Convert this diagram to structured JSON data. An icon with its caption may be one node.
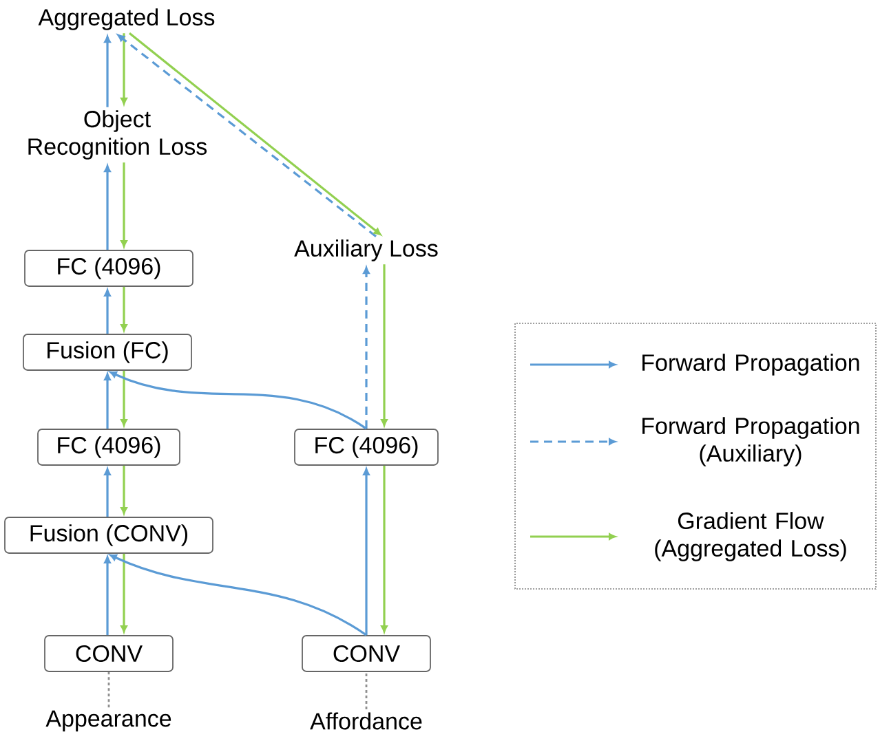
{
  "diagram": {
    "nodes": [
      {
        "text": [
          "Aggregated Loss"
        ]
      },
      {
        "text": [
          "Object Recognition Loss"
        ]
      },
      {
        "text": [
          "FC (4096)"
        ]
      },
      {
        "text": [
          "Fusion (FC)"
        ]
      },
      {
        "text": [
          "FC (4096)"
        ]
      },
      {
        "text": [
          "Fusion (CONV)"
        ]
      },
      {
        "text": [
          "CONV"
        ]
      },
      {
        "text": [
          "Appearance"
        ]
      },
      {
        "text": [
          "Auxiliary Loss"
        ]
      },
      {
        "text": [
          "FC (4096)"
        ]
      },
      {
        "text": [
          "CONV"
        ]
      },
      {
        "text": [
          "Affordance"
        ]
      }
    ],
    "edges": [
      {
        "from": 6,
        "to": 5,
        "arrow": "to"
      },
      {
        "from": 5,
        "to": 4,
        "arrow": "to"
      },
      {
        "from": 4,
        "to": 3,
        "arrow": "to"
      },
      {
        "from": 3,
        "to": 2,
        "arrow": "to"
      },
      {
        "from": 2,
        "to": 1,
        "arrow": "to"
      },
      {
        "from": 1,
        "to": 0,
        "arrow": "to"
      },
      {
        "from": 0,
        "to": 1,
        "arrow": "to",
        "color": "#92d050"
      },
      {
        "from": 1,
        "to": 2,
        "arrow": "to",
        "color": "#92d050"
      },
      {
        "from": 2,
        "to": 3,
        "arrow": "to",
        "color": "#92d050"
      },
      {
        "from": 3,
        "to": 4,
        "arrow": "to",
        "color": "#92d050"
      },
      {
        "from": 4,
        "to": 5,
        "arrow": "to",
        "color": "#92d050"
      },
      {
        "from": 5,
        "to": 6,
        "arrow": "to",
        "color": "#92d050"
      },
      {
        "from": 10,
        "to": 9,
        "arrow": "to"
      },
      {
        "from": 9,
        "to": 8,
        "arrow": "to",
        "style": "dashed"
      },
      {
        "from": 8,
        "to": 0,
        "arrow": "to",
        "style": "dashed"
      },
      {
        "from": 0,
        "to": 8,
        "arrow": "to",
        "color": "#92d050"
      },
      {
        "from": 8,
        "to": 9,
        "arrow": "to",
        "color": "#92d050"
      },
      {
        "from": 9,
        "to": 10,
        "arrow": "to",
        "color": "#92d050"
      },
      {
        "from": 10,
        "to": 5,
        "arrow": "to"
      },
      {
        "from": 9,
        "to": 3,
        "arrow": "to"
      },
      {
        "from": 7,
        "to": 6,
        "arrow": "none",
        "style": "dashed",
        "color": "#909090"
      },
      {
        "from": 11,
        "to": 10,
        "arrow": "none",
        "style": "dashed",
        "color": "#909090"
      }
    ],
    "legend": [
      {
        "text": "Forward Propagation"
      },
      {
        "text": "Forward Propagation (Auxiliary)"
      },
      {
        "text": "Gradient Flow (Aggregated Loss)"
      }
    ]
  }
}
